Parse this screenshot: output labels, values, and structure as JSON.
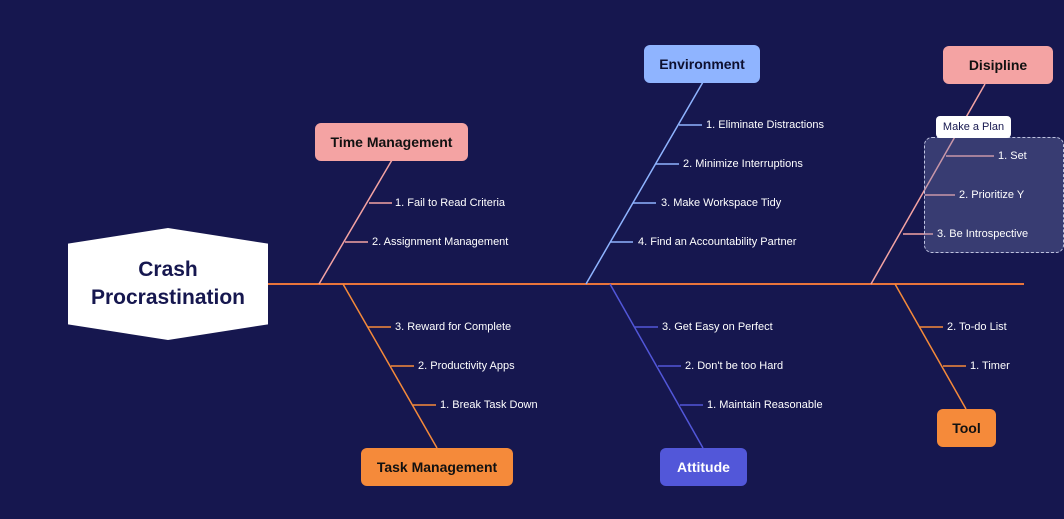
{
  "head": {
    "line1": "Crash",
    "line2": "Procrastination"
  },
  "colors": {
    "background": "#16174f",
    "spine": "#e8743b",
    "time_management": "#f4a3a3",
    "environment": "#8fb4ff",
    "disipline": "#f4a3a3",
    "task_management": "#f58a3a",
    "attitude": "#5257d9",
    "tool": "#f58a3a"
  },
  "categories": {
    "time_management": {
      "label": "Time Management",
      "items": [
        "1. Fail to Read Criteria",
        "2. Assignment Management"
      ]
    },
    "environment": {
      "label": "Environment",
      "items": [
        "1. Eliminate Distractions",
        "2. Minimize Interruptions",
        "3. Make Workspace Tidy",
        "4. Find an Accountability Partner"
      ]
    },
    "disipline": {
      "label": "Disipline",
      "group_label": "Make a Plan",
      "items": [
        "1. Set",
        "2. Prioritize Y",
        "3. Be Introspective"
      ]
    },
    "task_management": {
      "label": "Task Management",
      "items": [
        "3. Reward for Complete",
        "2. Productivity Apps",
        "1. Break Task Down"
      ]
    },
    "attitude": {
      "label": "Attitude",
      "items": [
        "3. Get Easy on Perfect",
        "2. Don't be too Hard",
        "1. Maintain Reasonable"
      ]
    },
    "tool": {
      "label": "Tool",
      "items": [
        "2. To-do List",
        "1. Timer"
      ]
    }
  }
}
